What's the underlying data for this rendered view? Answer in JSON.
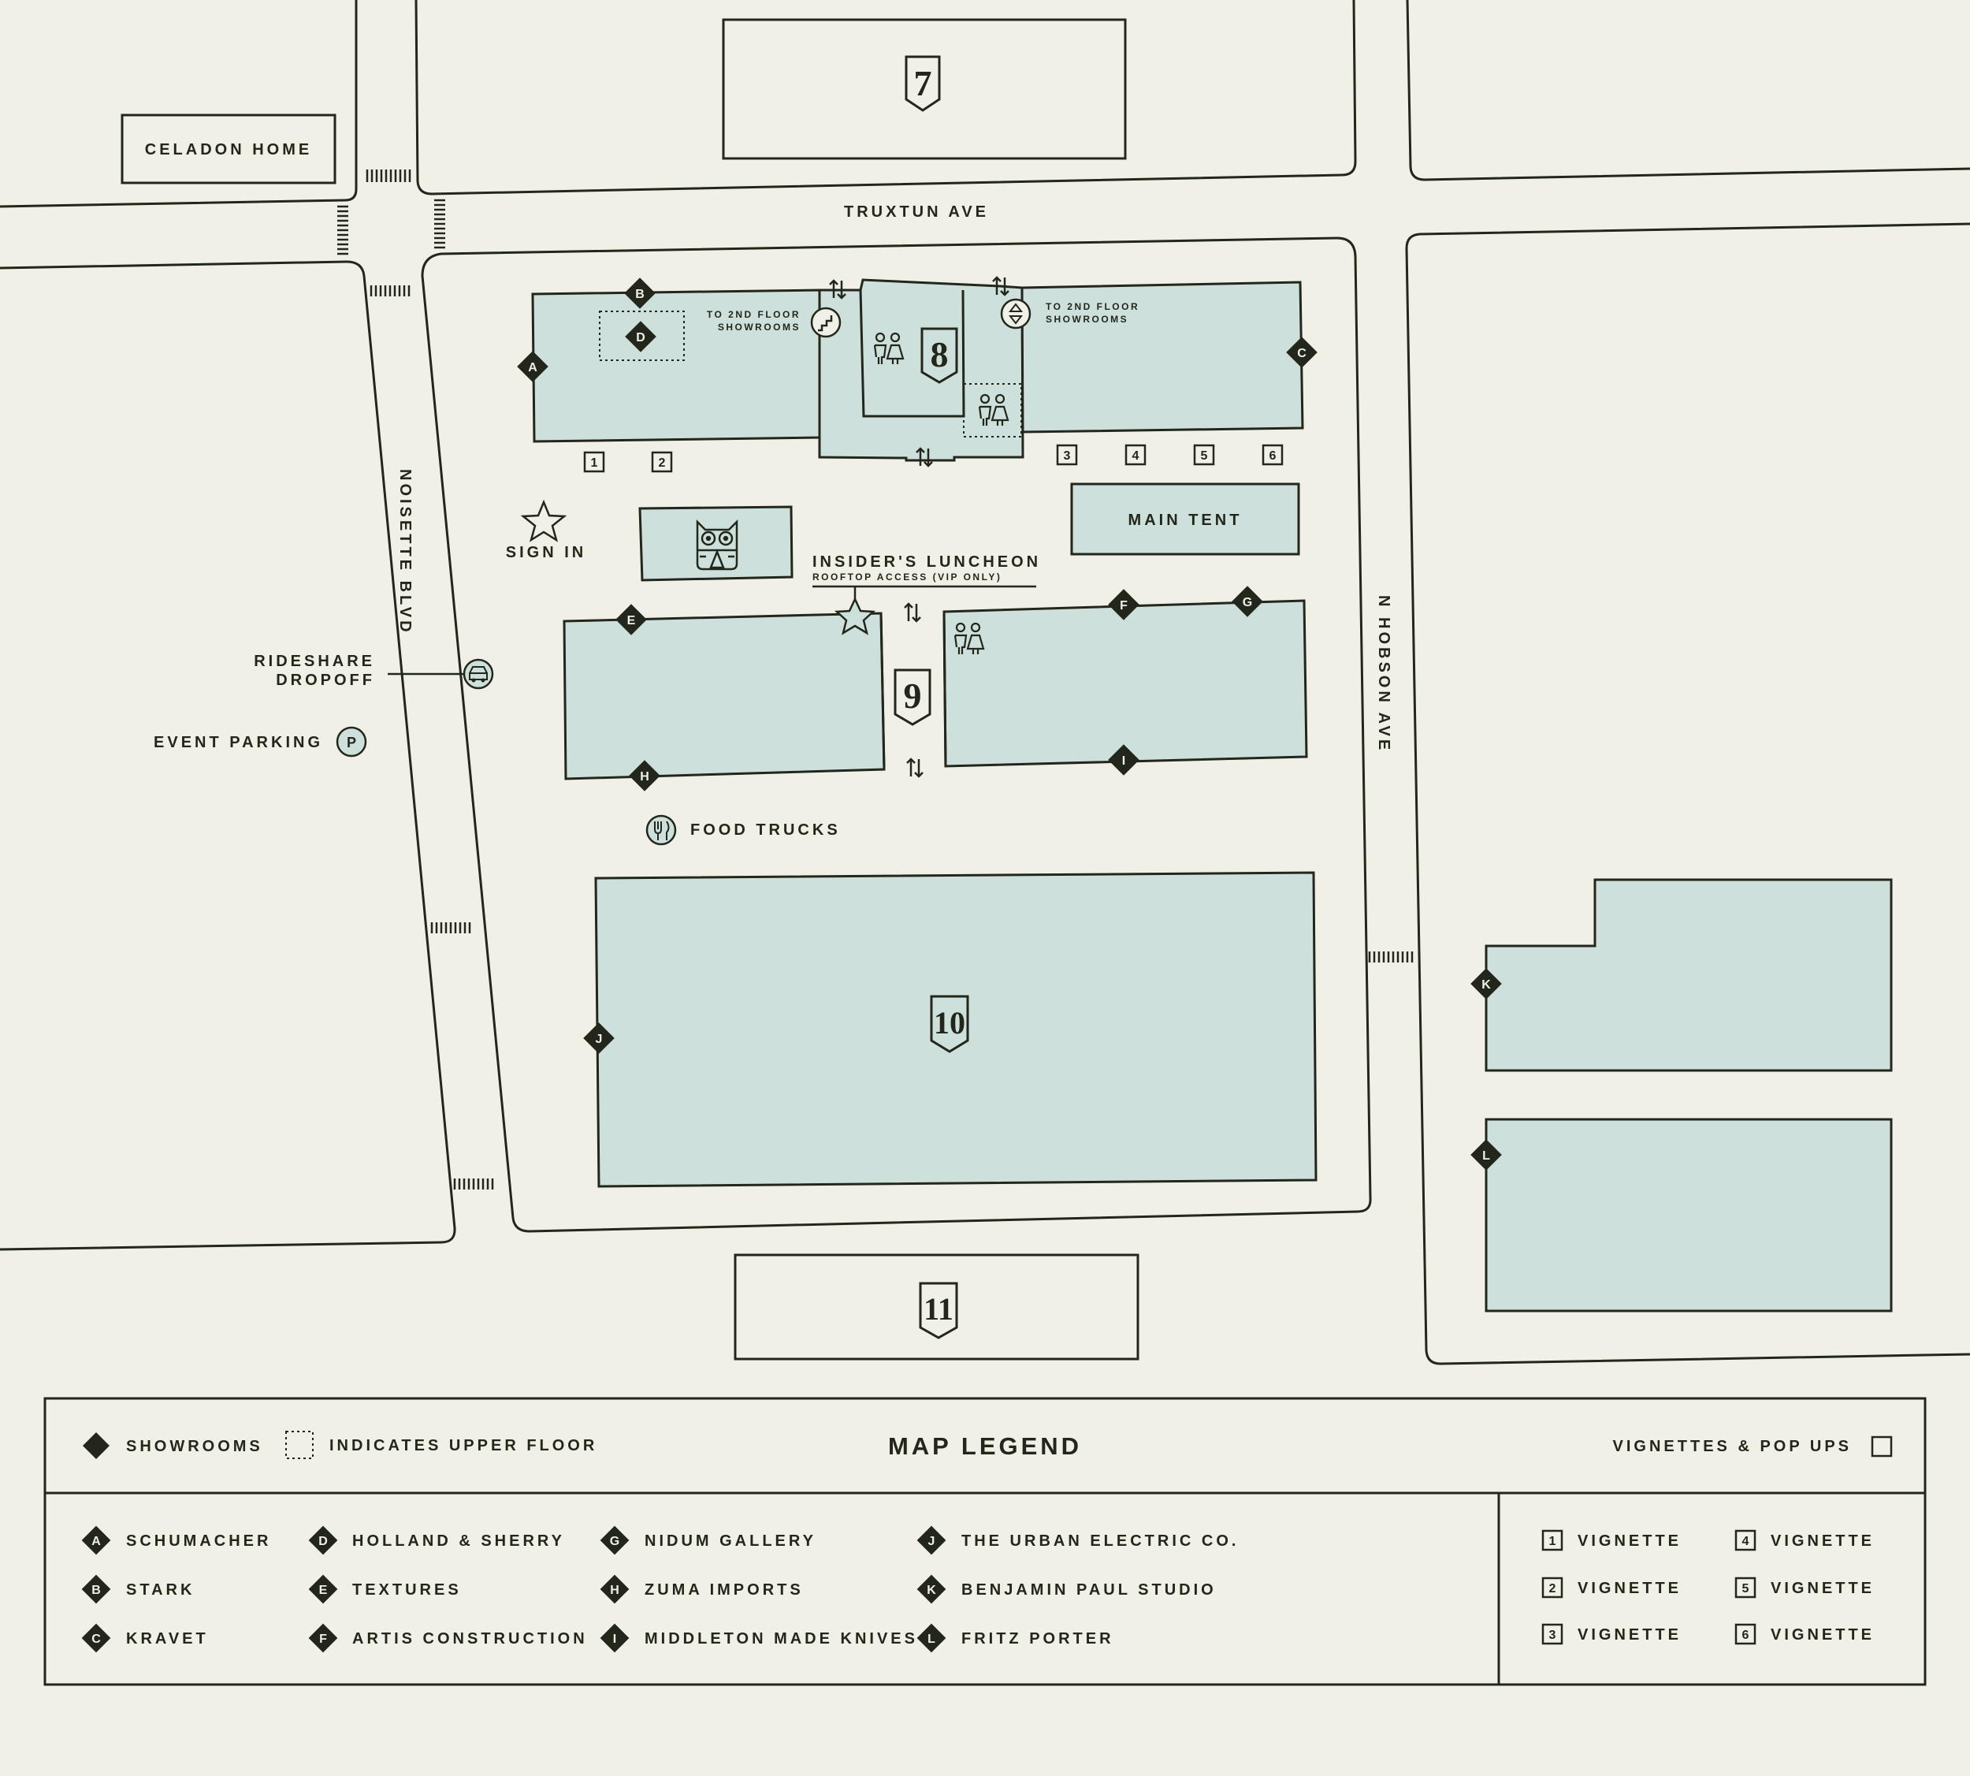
{
  "streets": {
    "truxtun": "TRUXTUN AVE",
    "noisette": "NOISETTE BLVD",
    "hobson": "N HOBSON AVE"
  },
  "places": {
    "celadon": "CELADON HOME",
    "main_tent": "MAIN TENT",
    "sign_in": "SIGN IN",
    "insiders": "INSIDER'S LUNCHEON",
    "rooftop": "ROOFTOP ACCESS (VIP ONLY)",
    "rideshare_1": "RIDESHARE",
    "rideshare_2": "DROPOFF",
    "parking": "EVENT PARKING",
    "food_trucks": "FOOD TRUCKS",
    "second_floor_a_1": "TO 2ND FLOOR",
    "second_floor_a_2": "SHOWROOMS",
    "second_floor_b_1": "TO 2ND FLOOR",
    "second_floor_b_2": "SHOWROOMS",
    "parking_symbol": "P"
  },
  "building_numbers": {
    "b7": "7",
    "b8": "8",
    "b9": "9",
    "b10": "10",
    "b11": "11"
  },
  "showroom_letters": {
    "A": "A",
    "B": "B",
    "C": "C",
    "D": "D",
    "E": "E",
    "F": "F",
    "G": "G",
    "H": "H",
    "I": "I",
    "J": "J",
    "K": "K",
    "L": "L"
  },
  "vignette_numbers": [
    "1",
    "2",
    "3",
    "4",
    "5",
    "6"
  ],
  "legend": {
    "title": "MAP LEGEND",
    "showrooms": "SHOWROOMS",
    "upper_floor": "INDICATES UPPER FLOOR",
    "vignettes": "VIGNETTES & POP UPS",
    "showroom_list": [
      {
        "letter": "A",
        "name": "SCHUMACHER"
      },
      {
        "letter": "B",
        "name": "STARK"
      },
      {
        "letter": "C",
        "name": "KRAVET"
      },
      {
        "letter": "D",
        "name": "HOLLAND & SHERRY"
      },
      {
        "letter": "E",
        "name": "TEXTURES"
      },
      {
        "letter": "F",
        "name": "ARTIS CONSTRUCTION"
      },
      {
        "letter": "G",
        "name": "NIDUM GALLERY"
      },
      {
        "letter": "H",
        "name": "ZUMA IMPORTS"
      },
      {
        "letter": "I",
        "name": "MIDDLETON MADE KNIVES"
      },
      {
        "letter": "J",
        "name": "THE URBAN ELECTRIC CO."
      },
      {
        "letter": "K",
        "name": "BENJAMIN PAUL STUDIO"
      },
      {
        "letter": "L",
        "name": "FRITZ PORTER"
      }
    ],
    "vignette_list": [
      {
        "num": "1",
        "name": "VIGNETTE"
      },
      {
        "num": "2",
        "name": "VIGNETTE"
      },
      {
        "num": "3",
        "name": "VIGNETTE"
      },
      {
        "num": "4",
        "name": "VIGNETTE"
      },
      {
        "num": "5",
        "name": "VIGNETTE"
      },
      {
        "num": "6",
        "name": "VIGNETTE"
      }
    ]
  },
  "colors": {
    "background": "#f0f0e6",
    "building": "#cde0dc",
    "ink": "#23261a"
  }
}
